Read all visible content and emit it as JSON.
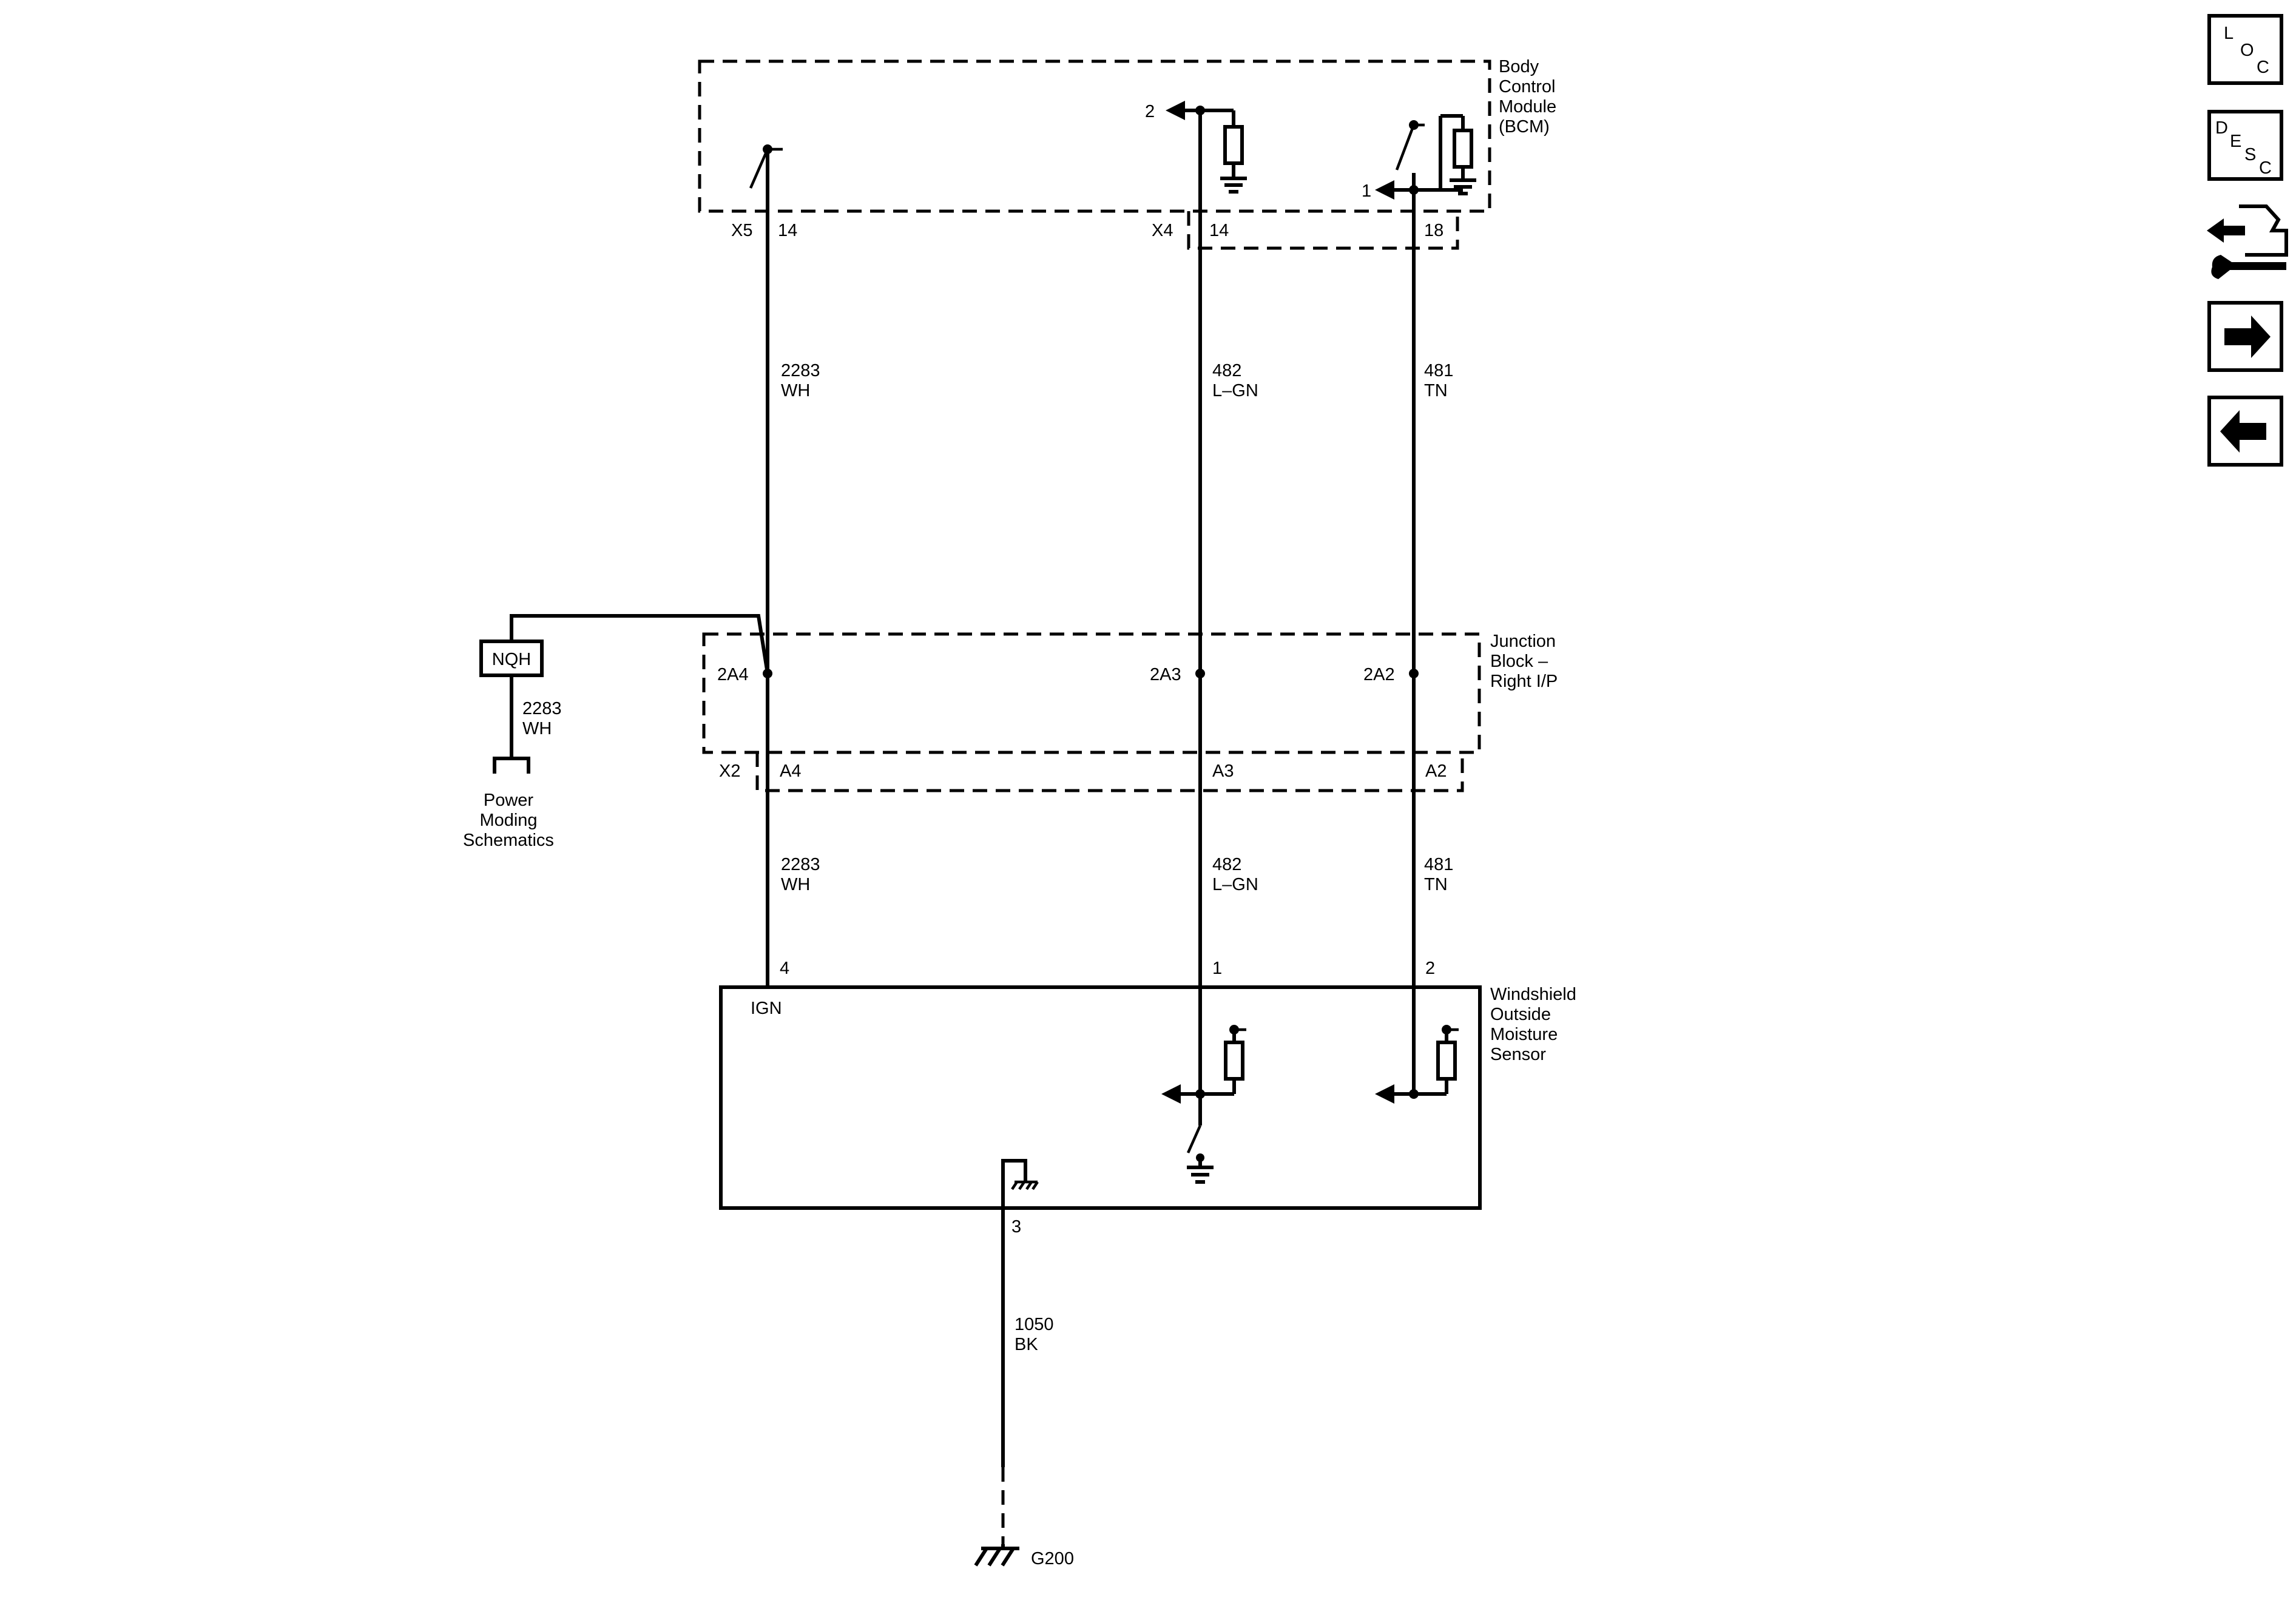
{
  "components": {
    "bcm": {
      "lines": [
        "Body",
        "Control",
        "Module",
        "(BCM)"
      ]
    },
    "junction_block": {
      "lines": [
        "Junction",
        "Block –",
        "Right I/P"
      ]
    },
    "moisture_sensor": {
      "lines": [
        "Windshield",
        "Outside",
        "Moisture",
        "Sensor"
      ],
      "ign_label": "IGN"
    },
    "nqh": {
      "label": "NQH",
      "wire_number": "2283",
      "wire_color": "WH",
      "target_lines": [
        "Power",
        "Moding",
        "Schematics"
      ]
    }
  },
  "connectors": {
    "bcm_x5": "X5",
    "bcm_x5_pin": "14",
    "bcm_x4": "X4",
    "bcm_x4_pin_14": "14",
    "bcm_x4_pin_18": "18",
    "bcm_internal_out_2": "2",
    "bcm_internal_out_1": "1",
    "jb_2a4": "2A4",
    "jb_2a3": "2A3",
    "jb_2a2": "2A2",
    "jb_x2": "X2",
    "jb_a4": "A4",
    "jb_a3": "A3",
    "jb_a2": "A2",
    "sensor_pin_4": "4",
    "sensor_pin_1": "1",
    "sensor_pin_2": "2",
    "sensor_pin_3": "3"
  },
  "wires": {
    "w2283_upper": {
      "number": "2283",
      "color": "WH"
    },
    "w482_upper": {
      "number": "482",
      "color": "L–GN"
    },
    "w481_upper": {
      "number": "481",
      "color": "TN"
    },
    "w2283_lower": {
      "number": "2283",
      "color": "WH"
    },
    "w482_lower": {
      "number": "482",
      "color": "L–GN"
    },
    "w481_lower": {
      "number": "481",
      "color": "TN"
    },
    "w1050": {
      "number": "1050",
      "color": "BK"
    }
  },
  "ground": {
    "label": "G200"
  },
  "nav": {
    "loc": [
      "L",
      "O",
      "C"
    ],
    "desc": [
      "D",
      "E",
      "S",
      "C"
    ],
    "connector_icon": "connector-end-view-icon",
    "next_icon": "arrow-right-icon",
    "prev_icon": "arrow-left-icon"
  }
}
